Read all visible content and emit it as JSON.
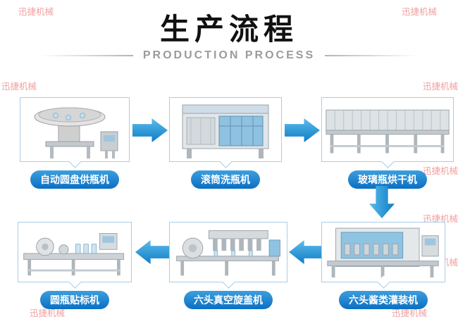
{
  "header": {
    "title": "生产流程",
    "subtitle": "PRODUCTION PROCESS"
  },
  "watermark_text": "迅捷机械",
  "flow": {
    "steps": [
      {
        "label": "自动圆盘供瓶机",
        "machine": "rotary-disc-bottle-feeder"
      },
      {
        "label": "滚筒洗瓶机",
        "machine": "drum-bottle-washer"
      },
      {
        "label": "玻璃瓶烘干机",
        "machine": "glass-bottle-dryer"
      },
      {
        "label": "六头酱类灌装机",
        "machine": "six-head-sauce-filling-machine"
      },
      {
        "label": "六头真空旋盖机",
        "machine": "six-head-vacuum-capping-machine"
      },
      {
        "label": "圆瓶贴标机",
        "machine": "round-bottle-labeling-machine"
      }
    ]
  },
  "colors": {
    "label_blue": "#0a6fc4",
    "arrow_blue": "#1a8ed2",
    "box_border_blue": "#a9cde6",
    "watermark_pink": "#ef8e8e",
    "subtitle_gray": "#9b9b9b"
  }
}
